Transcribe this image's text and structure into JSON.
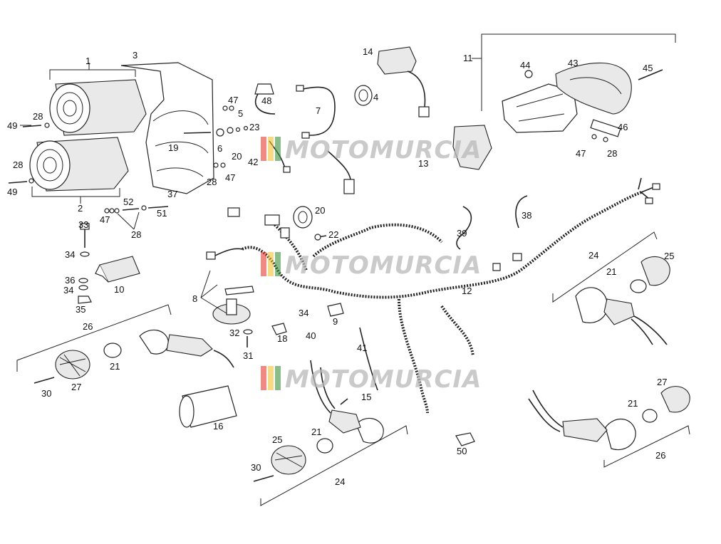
{
  "watermark": {
    "text": "MOTOMURCIA",
    "colors": [
      "#e63a2e",
      "#f2c230",
      "#3b8f3a"
    ]
  },
  "callouts": [
    "1",
    "3",
    "28",
    "49",
    "28",
    "49",
    "2",
    "47",
    "5",
    "48",
    "7",
    "14",
    "4",
    "11",
    "44",
    "43",
    "45",
    "23",
    "20",
    "6",
    "19",
    "42",
    "28",
    "47",
    "37",
    "13",
    "46",
    "47",
    "28",
    "52",
    "47",
    "28",
    "51",
    "20",
    "22",
    "33",
    "34",
    "10",
    "36",
    "34",
    "35",
    "8",
    "18",
    "32",
    "31",
    "34",
    "9",
    "40",
    "41",
    "12",
    "39",
    "38",
    "24",
    "21",
    "25",
    "26",
    "30",
    "27",
    "21",
    "16",
    "15",
    "25",
    "21",
    "30",
    "24",
    "50",
    "27",
    "21",
    "26"
  ]
}
